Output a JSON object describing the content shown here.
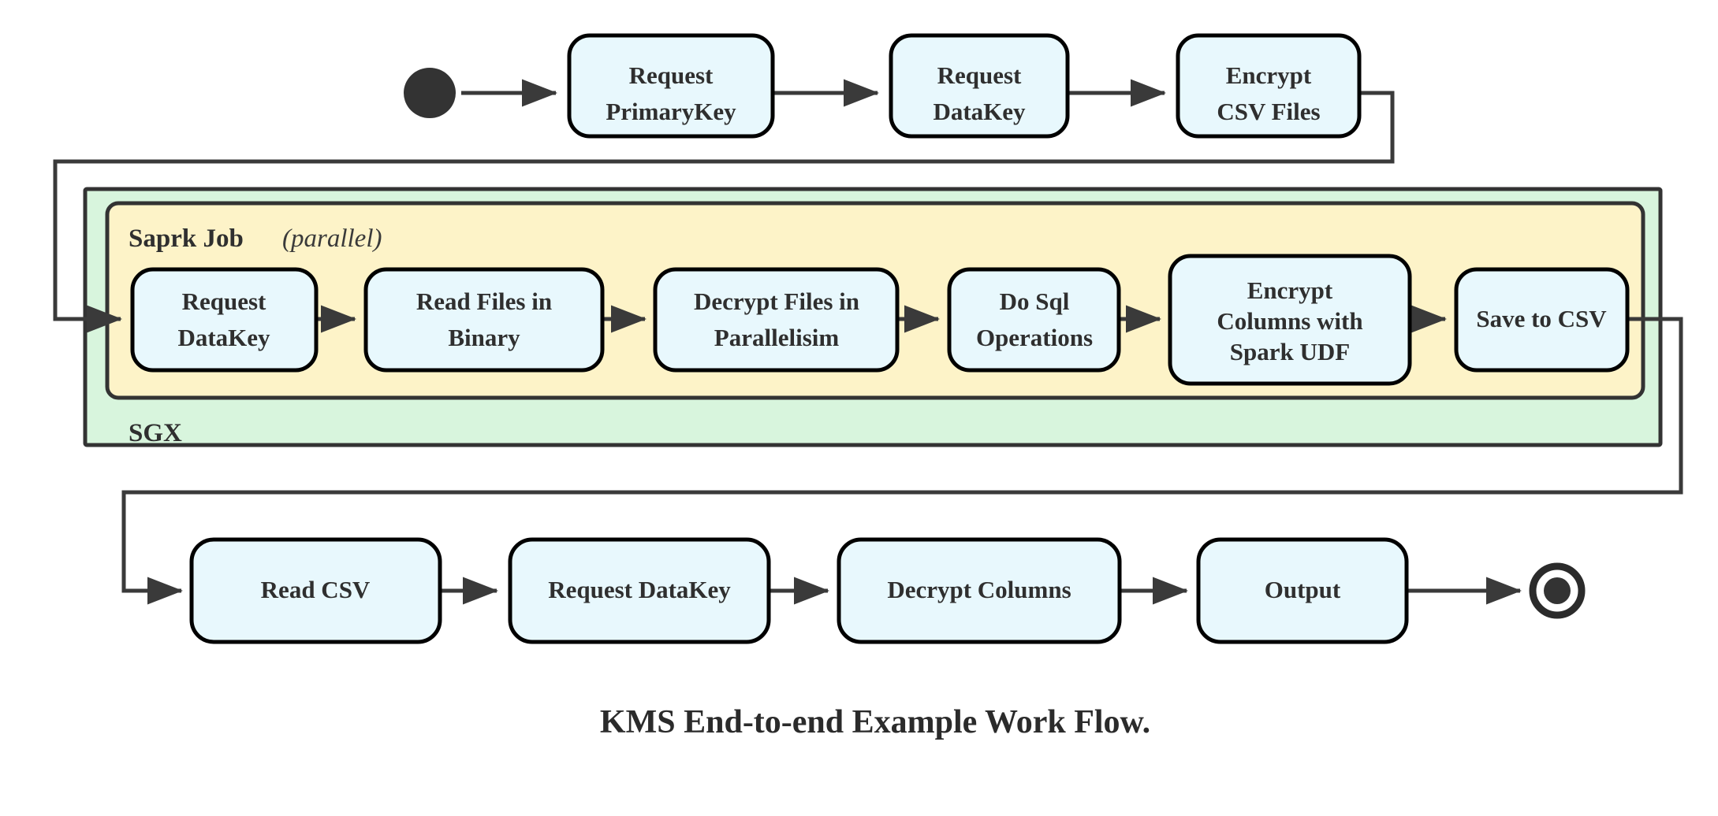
{
  "figure": {
    "caption": "KMS End-to-end Example Work Flow.",
    "type": "activity-workflow-diagram"
  },
  "colors": {
    "node_fill": "#e8f8fd",
    "node_stroke": "#000000",
    "sgx_fill": "#d8f5dd",
    "spark_fill": "#fdf3c8",
    "group_stroke": "#333333",
    "edge": "#3a3a3a",
    "text": "#2f2f2f",
    "page_background": "#ffffff"
  },
  "markers": {
    "start_node": "filled-circle-start-node",
    "end_node": "bullseye-final-node"
  },
  "groups": {
    "sgx": {
      "label": "SGX",
      "label_position": "bottom-left"
    },
    "spark": {
      "label_bold": "Saprk Job",
      "label_italic": "(parallel)",
      "label_position": "top-left"
    }
  },
  "rows": {
    "top": {
      "name": "preparation-row",
      "nodes": [
        {
          "id": "request-primarykey",
          "lines": [
            "Request",
            "PrimaryKey"
          ]
        },
        {
          "id": "request-datakey-top",
          "lines": [
            "Request",
            "DataKey"
          ]
        },
        {
          "id": "encrypt-csv-files",
          "lines": [
            "Encrypt",
            "CSV Files"
          ]
        }
      ]
    },
    "spark": {
      "name": "spark-job-row",
      "nodes": [
        {
          "id": "request-datakey-spark",
          "lines": [
            "Request",
            "DataKey"
          ]
        },
        {
          "id": "read-files-in-binary",
          "lines": [
            "Read Files in",
            "Binary"
          ]
        },
        {
          "id": "decrypt-files-in-parallelisim",
          "lines": [
            "Decrypt Files in",
            "Parallelisim"
          ]
        },
        {
          "id": "do-sql-operations",
          "lines": [
            "Do Sql",
            "Operations"
          ]
        },
        {
          "id": "encrypt-columns-with-spark-udf",
          "lines": [
            "Encrypt",
            "Columns with",
            "Spark UDF"
          ]
        },
        {
          "id": "save-to-csv",
          "lines": [
            "Save to CSV"
          ]
        }
      ]
    },
    "bottom": {
      "name": "consumption-row",
      "nodes": [
        {
          "id": "read-csv",
          "lines": [
            "Read CSV"
          ]
        },
        {
          "id": "request-datakey-bottom",
          "lines": [
            "Request DataKey"
          ]
        },
        {
          "id": "decrypt-columns",
          "lines": [
            "Decrypt Columns"
          ]
        },
        {
          "id": "output",
          "lines": [
            "Output"
          ]
        }
      ]
    }
  },
  "flow_sequence": [
    "start",
    "Request PrimaryKey",
    "Request DataKey",
    "Encrypt CSV Files",
    "Request DataKey",
    "Read Files in Binary",
    "Decrypt Files in Parallelisim",
    "Do Sql Operations",
    "Encrypt Columns with Spark UDF",
    "Save to CSV",
    "Read CSV",
    "Request DataKey",
    "Decrypt Columns",
    "Output",
    "end"
  ]
}
